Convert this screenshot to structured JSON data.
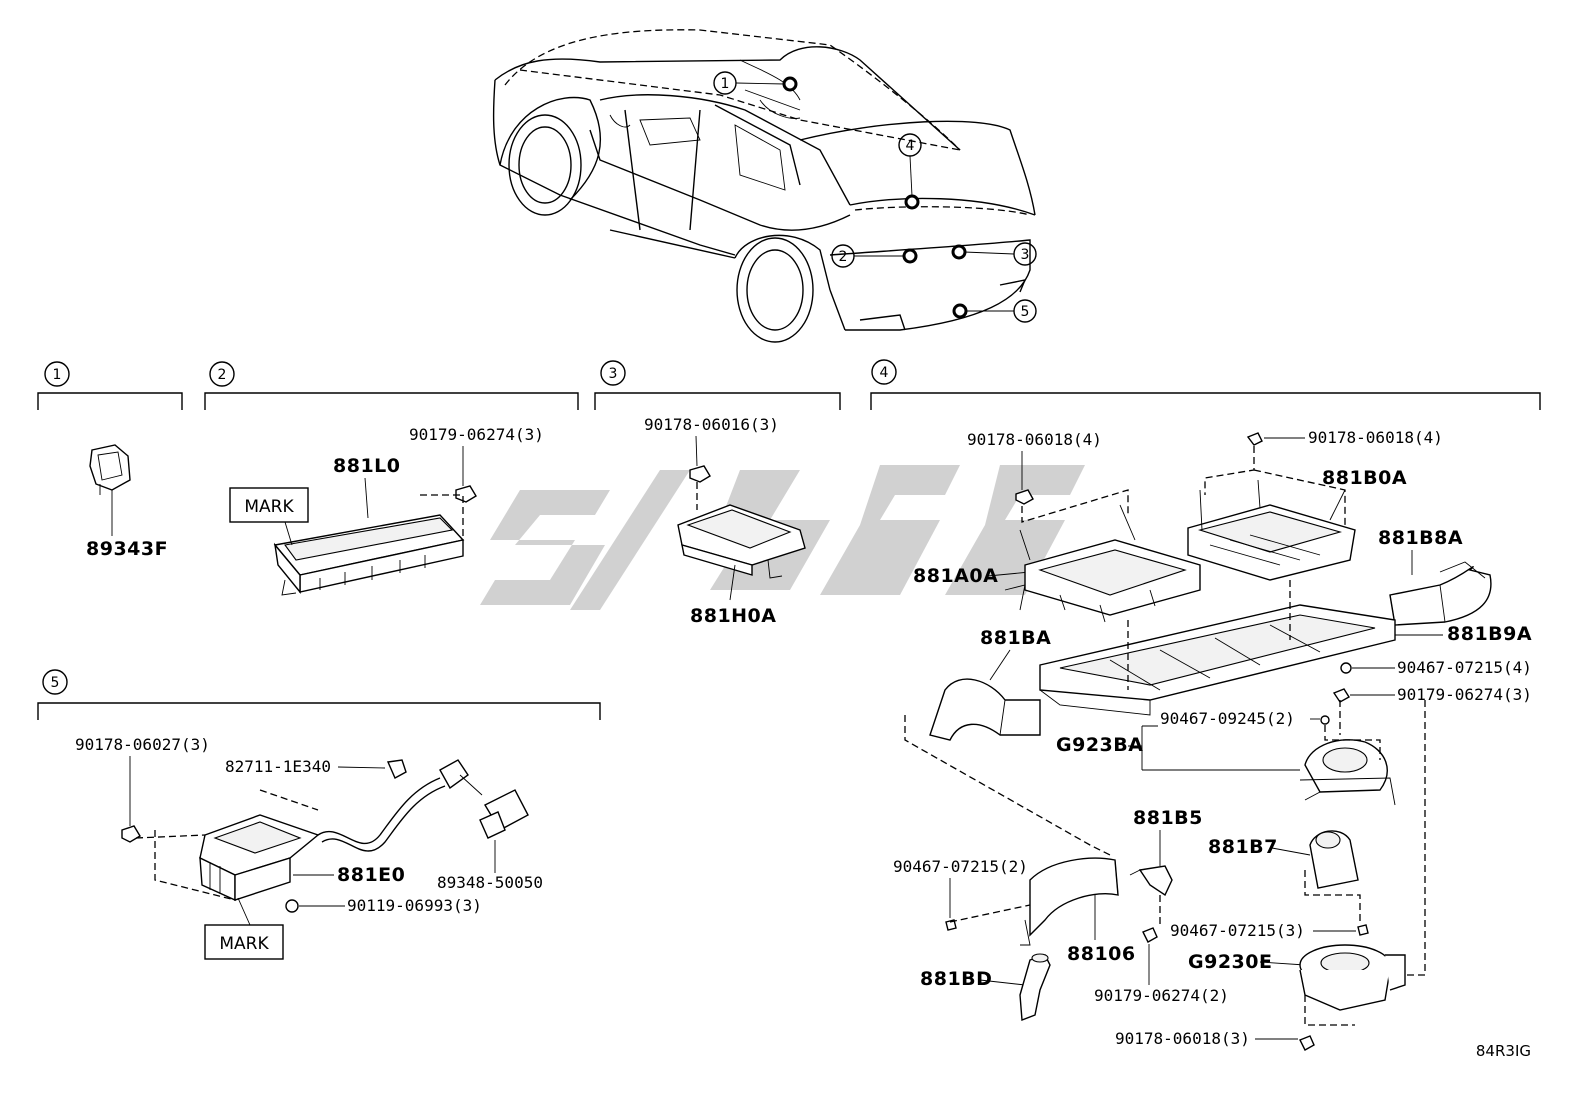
{
  "diagram_code": "84R3IG",
  "callouts": [
    "1",
    "2",
    "3",
    "4",
    "5"
  ],
  "group1": {
    "number": "1",
    "parts": {
      "sensor": "89343F"
    }
  },
  "group2": {
    "number": "2",
    "parts": {
      "main": "881L0",
      "nut": "90179-06274(3)"
    },
    "mark": "MARK"
  },
  "group3": {
    "number": "3",
    "parts": {
      "main": "881H0A",
      "nut": "90178-06016(3)"
    }
  },
  "group4": {
    "number": "4",
    "parts": {
      "nut_left": "90178-06018(4)",
      "nut_right": "90178-06018(4)",
      "unit_b0a": "881B0A",
      "bracket_a0a": "881A0A",
      "duct_b8a": "881B8A",
      "duct_b9a": "881B9A",
      "duct_ba": "881BA",
      "clip_07215_4": "90467-07215(4)",
      "nut_06274_3": "90179-06274(3)",
      "clip_09245_2": "90467-09245(2)",
      "fan_g923ba": "G923BA",
      "duct_b5": "881B5",
      "duct_b7": "881B7",
      "clip_07215_2": "90467-07215(2)",
      "clip_07215_3": "90467-07215(3)",
      "fan_g9230e": "G9230E",
      "duct_106": "88106",
      "duct_bd": "881BD",
      "nut_06274_2": "90179-06274(2)",
      "nut_06018_3": "90178-06018(3)"
    }
  },
  "group5": {
    "number": "5",
    "parts": {
      "nut": "90178-06027(3)",
      "clip": "82711-1E340",
      "connector": "89348-50050",
      "main": "881E0",
      "bolt": "90119-06993(3)"
    },
    "mark": "MARK"
  }
}
